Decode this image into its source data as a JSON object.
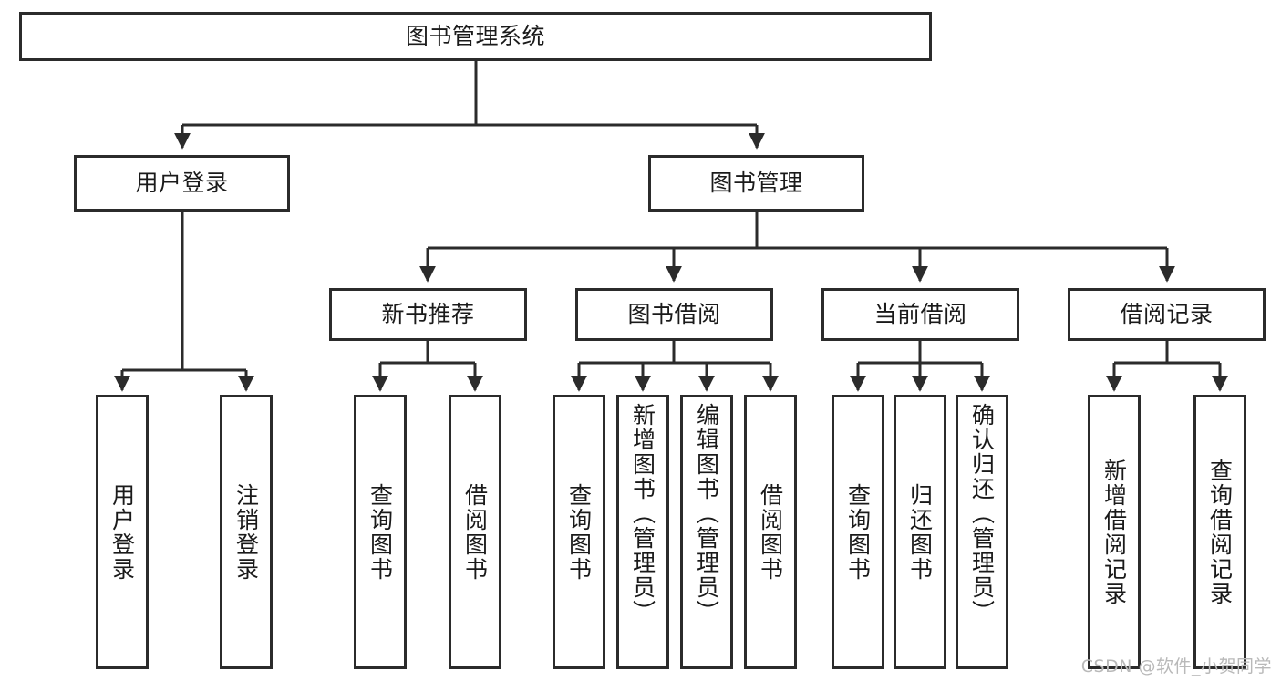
{
  "diagram": {
    "title": "图书管理系统",
    "type": "tree-hierarchy",
    "watermark": "CSDN @软件_小贺同学",
    "root": {
      "id": "root",
      "label": "图书管理系统"
    },
    "level1": [
      {
        "id": "user-login",
        "label": "用户登录"
      },
      {
        "id": "book-manage",
        "label": "图书管理"
      }
    ],
    "level2": [
      {
        "id": "new-book-rec",
        "label": "新书推荐",
        "parent": "book-manage"
      },
      {
        "id": "book-borrow",
        "label": "图书借阅",
        "parent": "book-manage"
      },
      {
        "id": "current-borrow",
        "label": "当前借阅",
        "parent": "book-manage"
      },
      {
        "id": "borrow-record",
        "label": "借阅记录",
        "parent": "book-manage"
      }
    ],
    "leaves": {
      "user-login": [
        {
          "id": "leaf-user-login",
          "label": "用户登录"
        },
        {
          "id": "leaf-user-logout",
          "label": "注销登录"
        }
      ],
      "new-book-rec": [
        {
          "id": "leaf-query-book-1",
          "label": "查询图书"
        },
        {
          "id": "leaf-borrow-book-1",
          "label": "借阅图书"
        }
      ],
      "book-borrow": [
        {
          "id": "leaf-query-book-2",
          "label": "查询图书"
        },
        {
          "id": "leaf-add-book",
          "label": "新增图书（管理员）"
        },
        {
          "id": "leaf-edit-book",
          "label": "编辑图书（管理员）"
        },
        {
          "id": "leaf-borrow-book-2",
          "label": "借阅图书"
        }
      ],
      "current-borrow": [
        {
          "id": "leaf-query-book-3",
          "label": "查询图书"
        },
        {
          "id": "leaf-return-book",
          "label": "归还图书"
        },
        {
          "id": "leaf-confirm-return",
          "label": "确认归还（管理员）"
        }
      ],
      "borrow-record": [
        {
          "id": "leaf-add-record",
          "label": "新增借阅记录"
        },
        {
          "id": "leaf-query-record",
          "label": "查询借阅记录"
        }
      ]
    },
    "colors": {
      "stroke": "#2b2b2b",
      "fill": "#ffffff",
      "text": "#1a1a1a",
      "watermark": "#b9b9b9"
    }
  }
}
